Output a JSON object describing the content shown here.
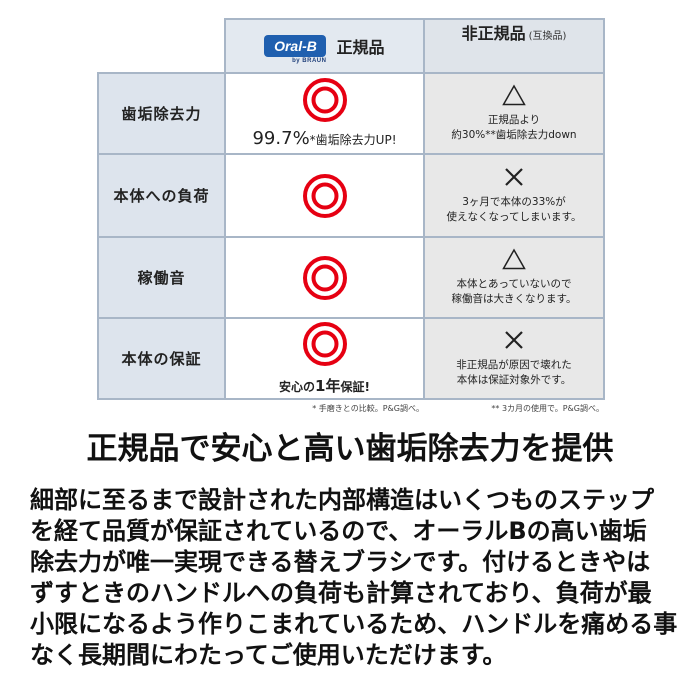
{
  "colors": {
    "accent": "#e60012",
    "brand": "#1f5faf",
    "table_border": "#a8b6c7",
    "label_bg": "#dde4ed",
    "non_genuine_bg": "#e8e8e8"
  },
  "table": {
    "header": {
      "logo_brand": "Oral-B",
      "logo_sub": "by BRAUN",
      "genuine": "正規品",
      "non_genuine": "非正規品",
      "non_genuine_sub": "(互換品)"
    },
    "rows": [
      {
        "label": "歯垢除去力",
        "genuine_icon": "double-circle",
        "genuine_note": [
          "99.7%",
          "*歯垢除去力UP!"
        ],
        "other_icon": "triangle",
        "other_text": [
          "正規品より",
          "約30%**歯垢除去力down"
        ]
      },
      {
        "label": "本体への負荷",
        "genuine_icon": "double-circle",
        "other_icon": "cross",
        "other_text": [
          "3ヶ月で本体の33%が",
          "使えなくなってしまいます。"
        ]
      },
      {
        "label": "稼働音",
        "genuine_icon": "double-circle",
        "other_icon": "triangle",
        "other_text": [
          "本体とあっていないので",
          "稼働音は大きくなります。"
        ]
      },
      {
        "label": "本体の保証",
        "genuine_icon": "double-circle",
        "genuine_note": [
          "安心の",
          "1年",
          "保証!"
        ],
        "other_icon": "cross",
        "other_text": [
          "非正規品が原因で壊れた",
          "本体は保証対象外です。"
        ]
      }
    ]
  },
  "footnotes": [
    "* 手磨きとの比較。P&G調べ。",
    "** 3カ月の使用で。P&G調べ。"
  ],
  "headline": "正規品で安心と高い歯垢除去力を提供",
  "body_lines": [
    "細部に至るまで設計された内部構造はいくつものステップ",
    "を経て品質が保証されているので、オーラルBの高い歯垢",
    "除去力が唯一実現できる替えブラシです。付けるときやは",
    "ずすときのハンドルへの負荷も計算されており、負荷が最",
    "小限になるよう作りこまれているため、ハンドルを痛める事",
    "なく長期間にわたってご使用いただけます。"
  ]
}
